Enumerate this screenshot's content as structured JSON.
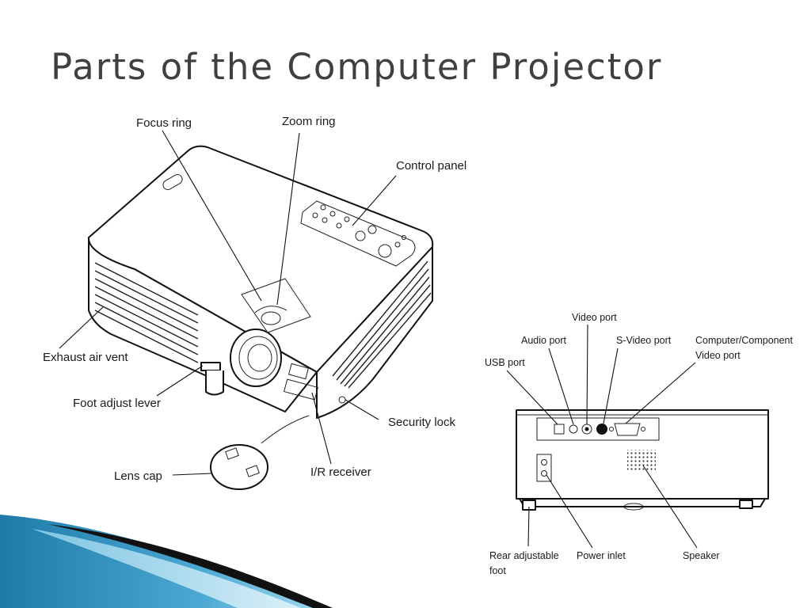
{
  "slide": {
    "title": "Parts of the Computer Projector"
  },
  "front_view": {
    "labels": {
      "focus_ring": "Focus ring",
      "zoom_ring": "Zoom ring",
      "control_panel": "Control panel",
      "exhaust_air_vent": "Exhaust air vent",
      "foot_adjust_lever": "Foot adjust lever",
      "security_lock": "Security lock",
      "lens_cap": "Lens cap",
      "ir_receiver": "I/R receiver"
    }
  },
  "rear_view": {
    "labels": {
      "video_port": "Video port",
      "audio_port": "Audio port",
      "s_video_port": "S-Video port",
      "computer_component_line1": "Computer/Component",
      "computer_component_line2": "Video port",
      "usb_port": "USB port",
      "rear_adjustable_foot_line1": "Rear adjustable",
      "rear_adjustable_foot_line2": "foot",
      "power_inlet": "Power inlet",
      "speaker": "Speaker"
    }
  },
  "colors": {
    "title": "#404040",
    "accent_blue": "#1f7aa8",
    "accent_light_blue": "#7fc6e4",
    "accent_black": "#111111"
  }
}
